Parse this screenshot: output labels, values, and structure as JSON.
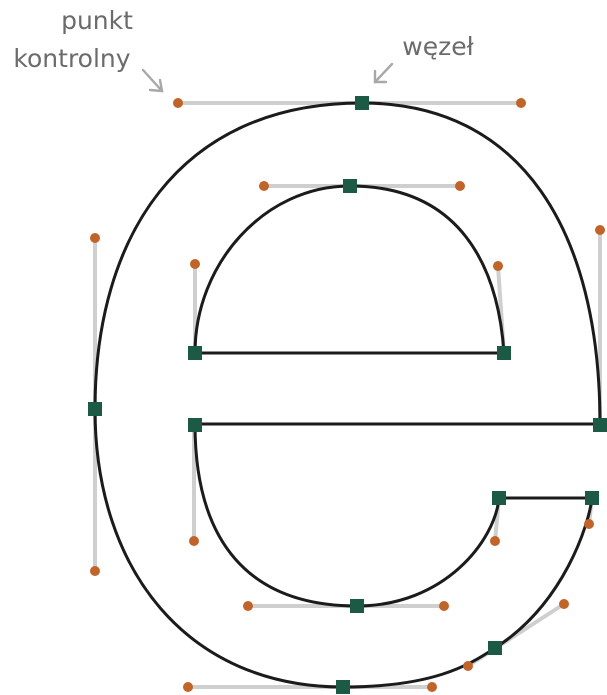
{
  "labels": {
    "control_point_line1": "punkt",
    "control_point_line2": "kontrolny",
    "node": "węzeł"
  },
  "colors": {
    "outline": "#1b1b1b",
    "handle": "#cfcfcf",
    "control_point": "#c0642a",
    "node": "#1d5a45",
    "label": "#6b6b6b"
  }
}
